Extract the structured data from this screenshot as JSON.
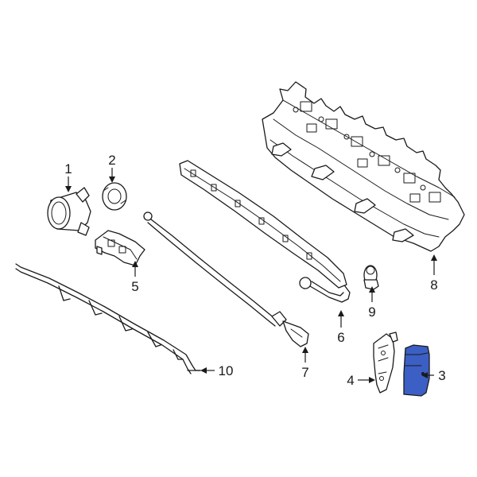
{
  "diagram": {
    "highlight_color": "#3b5fc4",
    "callouts": [
      {
        "id": "1",
        "label": "1"
      },
      {
        "id": "2",
        "label": "2"
      },
      {
        "id": "3",
        "label": "3"
      },
      {
        "id": "4",
        "label": "4"
      },
      {
        "id": "5",
        "label": "5"
      },
      {
        "id": "6",
        "label": "6"
      },
      {
        "id": "7",
        "label": "7"
      },
      {
        "id": "8",
        "label": "8"
      },
      {
        "id": "9",
        "label": "9"
      },
      {
        "id": "10",
        "label": "10"
      }
    ]
  }
}
